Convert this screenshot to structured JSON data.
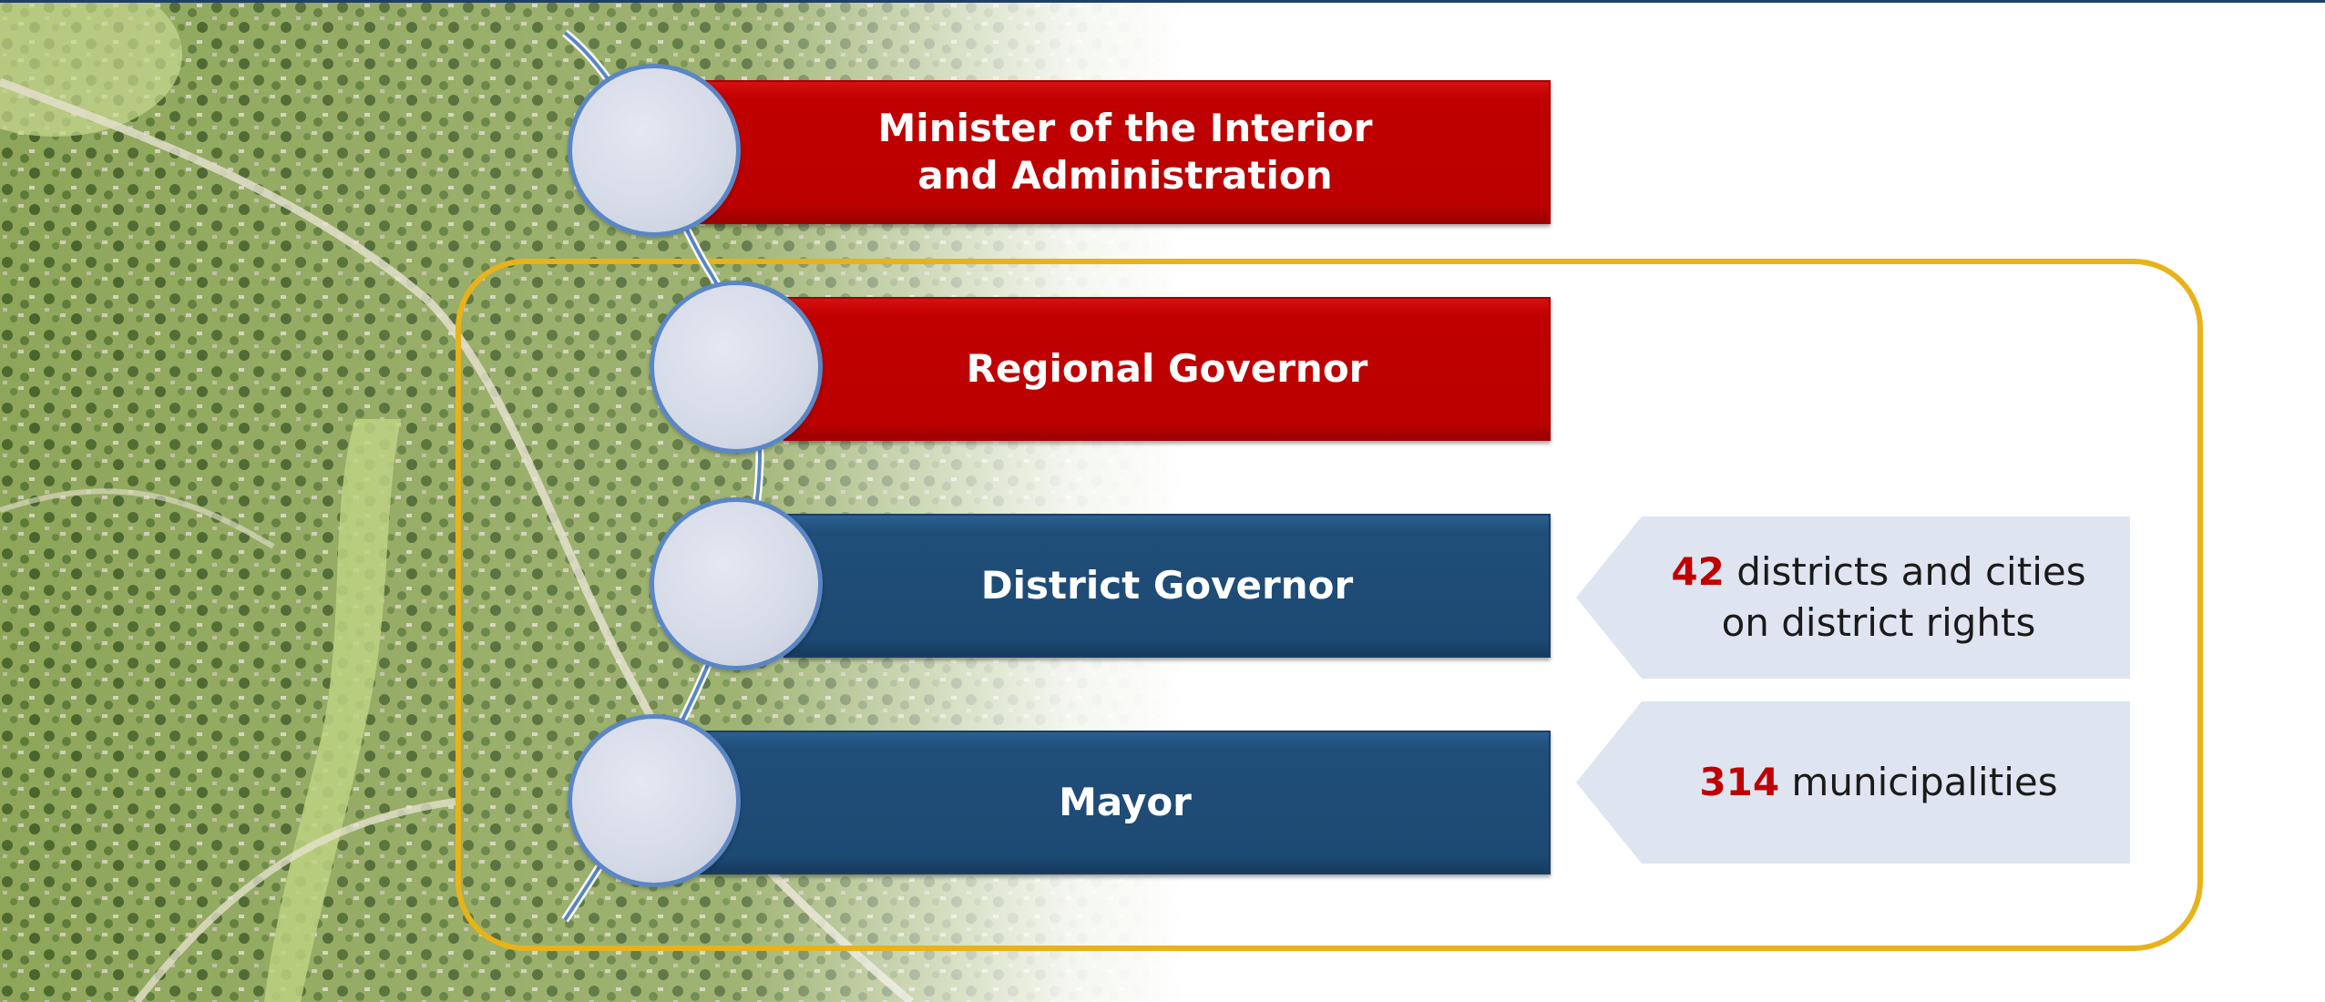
{
  "colors": {
    "red": "#c00000",
    "blue": "#1f4e79",
    "frame": "#e8b21a",
    "circle": "#d5dae7",
    "callout": "#dfe4f1"
  },
  "background": {
    "description_icon": "aerial-suburb-photo"
  },
  "hierarchy": [
    {
      "id": "minister",
      "label": "Minister of the Interior\nand Administration",
      "color": "red"
    },
    {
      "id": "regional",
      "label": "Regional Governor",
      "color": "red"
    },
    {
      "id": "district",
      "label": "District Governor",
      "color": "blue"
    },
    {
      "id": "mayor",
      "label": "Mayor",
      "color": "blue"
    }
  ],
  "callouts": {
    "district": {
      "number": "42",
      "text_line1": " districts and cities",
      "text_line2": "on district rights"
    },
    "mayor": {
      "number": "314",
      "text": " municipalities"
    }
  }
}
